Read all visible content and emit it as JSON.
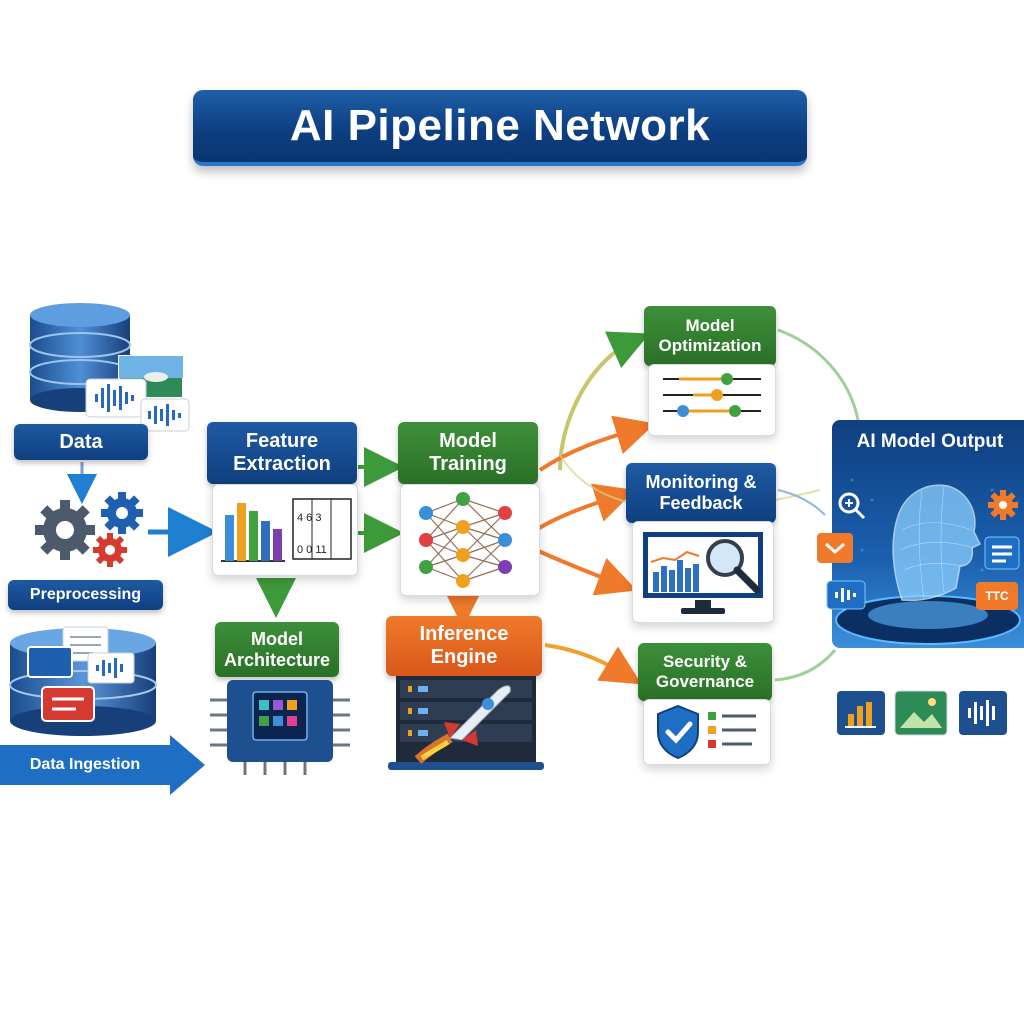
{
  "title": "AI Pipeline Network",
  "stages": {
    "data": "Data",
    "preprocessing": "Preprocessing",
    "data_ingestion": "Data Ingestion",
    "feature_extraction": "Feature Extraction",
    "model_architecture": "Model Architecture",
    "model_training": "Model Training",
    "inference_engine": "Inference Engine",
    "model_optimization": "Model Optimization",
    "monitoring_feedback": "Monitoring & Feedback",
    "security_governance": "Security & Governance",
    "ai_model_output": "AI Model Output"
  },
  "feature_table": {
    "row1": "4  6  3",
    "row2": "0  0  11"
  },
  "output_badge": "TTC",
  "colors": {
    "blue": "#0f3f80",
    "green": "#2a7027",
    "orange": "#e0621f",
    "arrow_blue": "#1f7fd1",
    "arrow_green": "#3d9a3a",
    "arrow_orange": "#ef7a2c"
  },
  "icons": [
    "database-icon",
    "gear-icon",
    "audio-wave-icon",
    "image-icon",
    "bar-chart-icon",
    "neural-network-icon",
    "processor-chip-icon",
    "rocket-icon",
    "server-rack-icon",
    "slider-icon",
    "monitor-icon",
    "magnifier-icon",
    "shield-check-icon",
    "checklist-icon",
    "ai-head-icon"
  ]
}
